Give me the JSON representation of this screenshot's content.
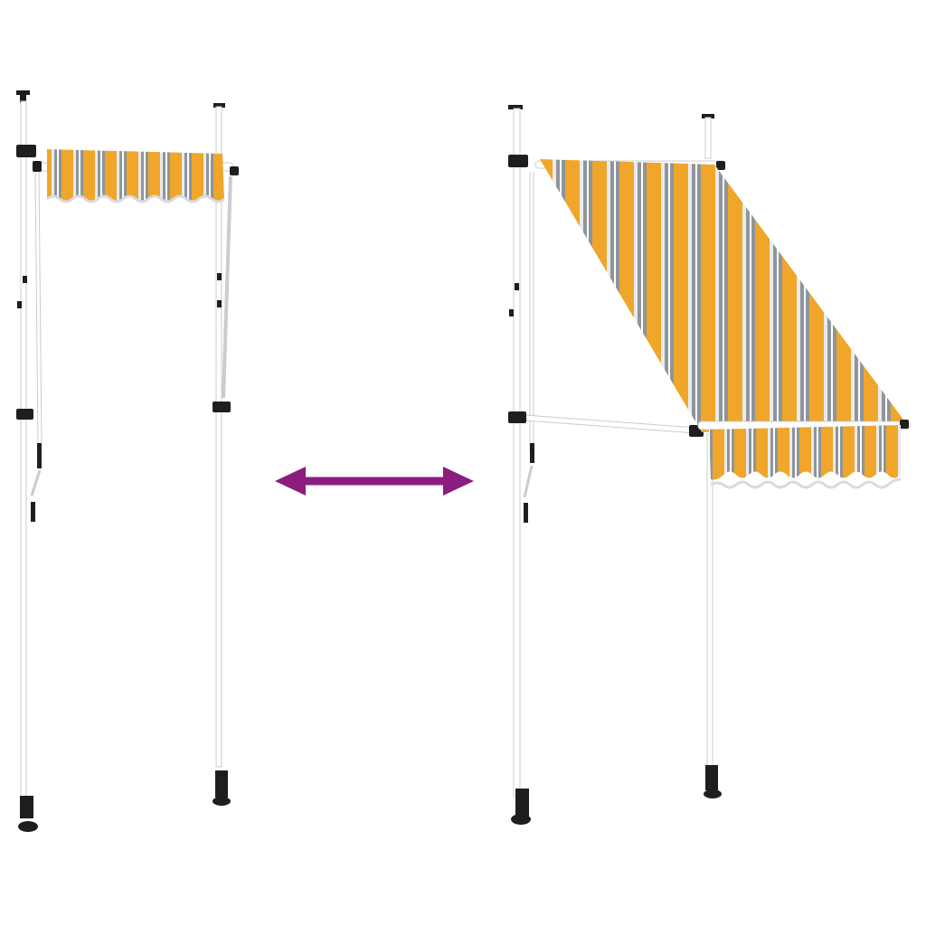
{
  "colors": {
    "background": "#ffffff",
    "stripe_orange": "#f0a62a",
    "stripe_grey": "#8e959b",
    "stripe_light": "#e9ebee",
    "stripe_white": "#ffffff",
    "pole": "#ffffff",
    "pole_outline": "#c9ccd0",
    "hardware": "#1e1e1e",
    "arrow": "#8b1d7e"
  },
  "product": {
    "fabric_pattern": [
      "orange",
      "light",
      "grey",
      "white",
      "orange",
      "light",
      "grey",
      "white",
      "orange",
      "grey",
      "white",
      "orange",
      "light",
      "grey",
      "white",
      "orange"
    ],
    "states": [
      "retracted",
      "extended"
    ]
  },
  "icons": {
    "comparison_arrow": "double-headed-arrow"
  }
}
